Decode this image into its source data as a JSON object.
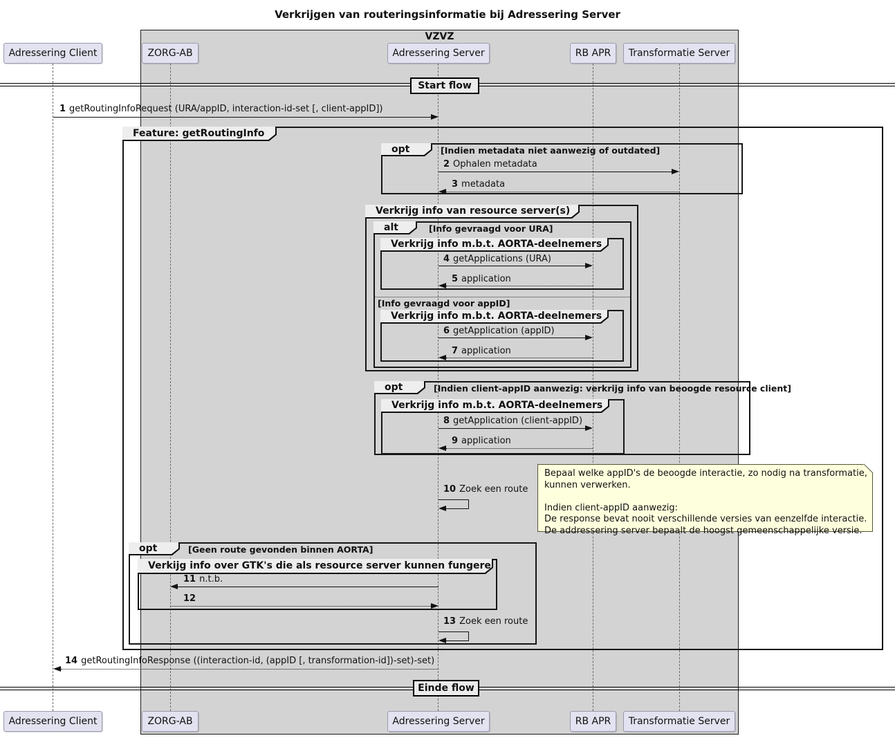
{
  "title": "Verkrijgen van routeringsinformatie bij Adressering Server",
  "colors": {
    "participant_fill": "#E2E2F0",
    "participant_border": "#9A9AB0",
    "container_fill": "#D3D3D3",
    "frame_tab_fill": "#EEEEEE",
    "note_fill": "#FEFFDD",
    "line_color": "#111111"
  },
  "container": {
    "label": "VZVZ"
  },
  "participants": [
    {
      "label": "Adressering Client"
    },
    {
      "label": "ZORG-AB"
    },
    {
      "label": "Adressering Server"
    },
    {
      "label": "RB APR"
    },
    {
      "label": "Transformatie Server"
    }
  ],
  "dividers": {
    "start": "Start flow",
    "end": "Einde flow"
  },
  "frames": {
    "feature": {
      "label": "Feature: getRoutingInfo"
    },
    "opt_metadata": {
      "keyword": "opt",
      "guard": "[Indien metadata niet aanwezig of outdated]"
    },
    "group_resource": {
      "label": "Verkrijg info van resource server(s)"
    },
    "alt_info": {
      "keyword": "alt",
      "guard_ura": "[Info gevraagd voor URA]",
      "guard_appid": "[Info gevraagd voor appID]"
    },
    "group_aorta_1": {
      "label": "Verkrijg info m.b.t. AORTA-deelnemers"
    },
    "group_aorta_2": {
      "label": "Verkrijg info m.b.t. AORTA-deelnemers"
    },
    "opt_client": {
      "keyword": "opt",
      "guard": "[Indien client-appID aanwezig: verkrijg info van beoogde resource client]"
    },
    "group_aorta_3": {
      "label": "Verkrijg info m.b.t. AORTA-deelnemers"
    },
    "opt_route": {
      "keyword": "opt",
      "guard": "[Geen route gevonden binnen AORTA]"
    },
    "group_gtk": {
      "label": "Verkijg info over GTK's die als resource server kunnen fungeren"
    }
  },
  "messages": [
    {
      "num": "1",
      "label": "getRoutingInfoRequest (URA/appID, interaction-id-set [, client-appID])"
    },
    {
      "num": "2",
      "label": "Ophalen metadata"
    },
    {
      "num": "3",
      "label": "metadata"
    },
    {
      "num": "4",
      "label": "getApplications (URA)"
    },
    {
      "num": "5",
      "label": "application"
    },
    {
      "num": "6",
      "label": "getApplication (appID)"
    },
    {
      "num": "7",
      "label": "application"
    },
    {
      "num": "8",
      "label": "getApplication (client-appID)"
    },
    {
      "num": "9",
      "label": "application"
    },
    {
      "num": "10",
      "label": "Zoek een route"
    },
    {
      "num": "11",
      "label": "n.t.b."
    },
    {
      "num": "12",
      "label": ""
    },
    {
      "num": "13",
      "label": "Zoek een route"
    },
    {
      "num": "14",
      "label": "getRoutingInfoResponse ((interaction-id, (appID [, transformation-id])-set)-set)"
    }
  ],
  "note": {
    "lines": [
      "Bepaal welke appID's de beoogde interactie, zo nodig na transformatie,",
      "kunnen verwerken.",
      "",
      "Indien client-appID aanwezig:",
      "De response bevat nooit verschillende versies van eenzelfde interactie.",
      "De addressering server bepaalt de hoogst gemeenschappelijke versie."
    ]
  }
}
